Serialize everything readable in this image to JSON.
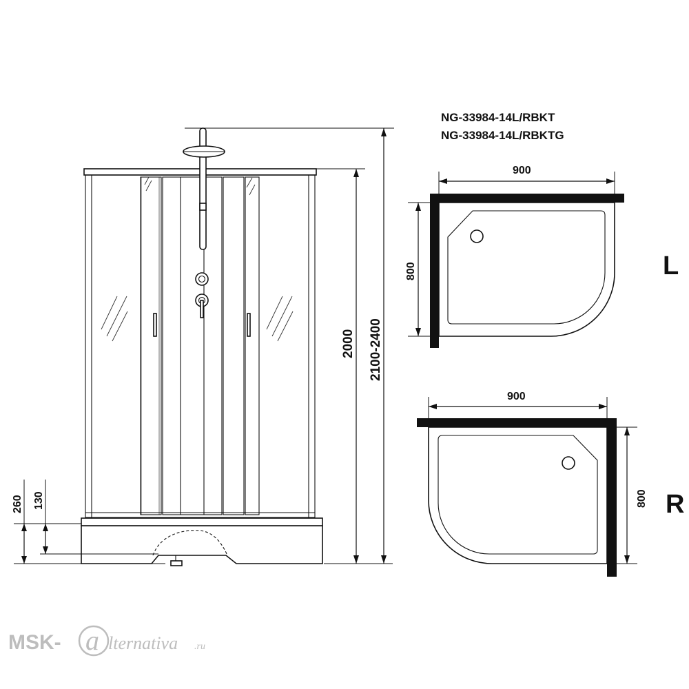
{
  "models": {
    "line1": "NG-33984-14L/RBKT",
    "line2": "NG-33984-14L/RBKTG"
  },
  "elevation": {
    "height_cabin": "2000",
    "height_total": "2100-2400",
    "tray_height": "260",
    "tray_raise": "130"
  },
  "plan_left": {
    "label": "L",
    "width": "900",
    "depth": "800"
  },
  "plan_right": {
    "label": "R",
    "width": "900",
    "depth": "800"
  },
  "watermark": {
    "prefix": "MSK-",
    "logo_letter": "a",
    "suffix": "lternativa",
    "tld": ".ru"
  }
}
